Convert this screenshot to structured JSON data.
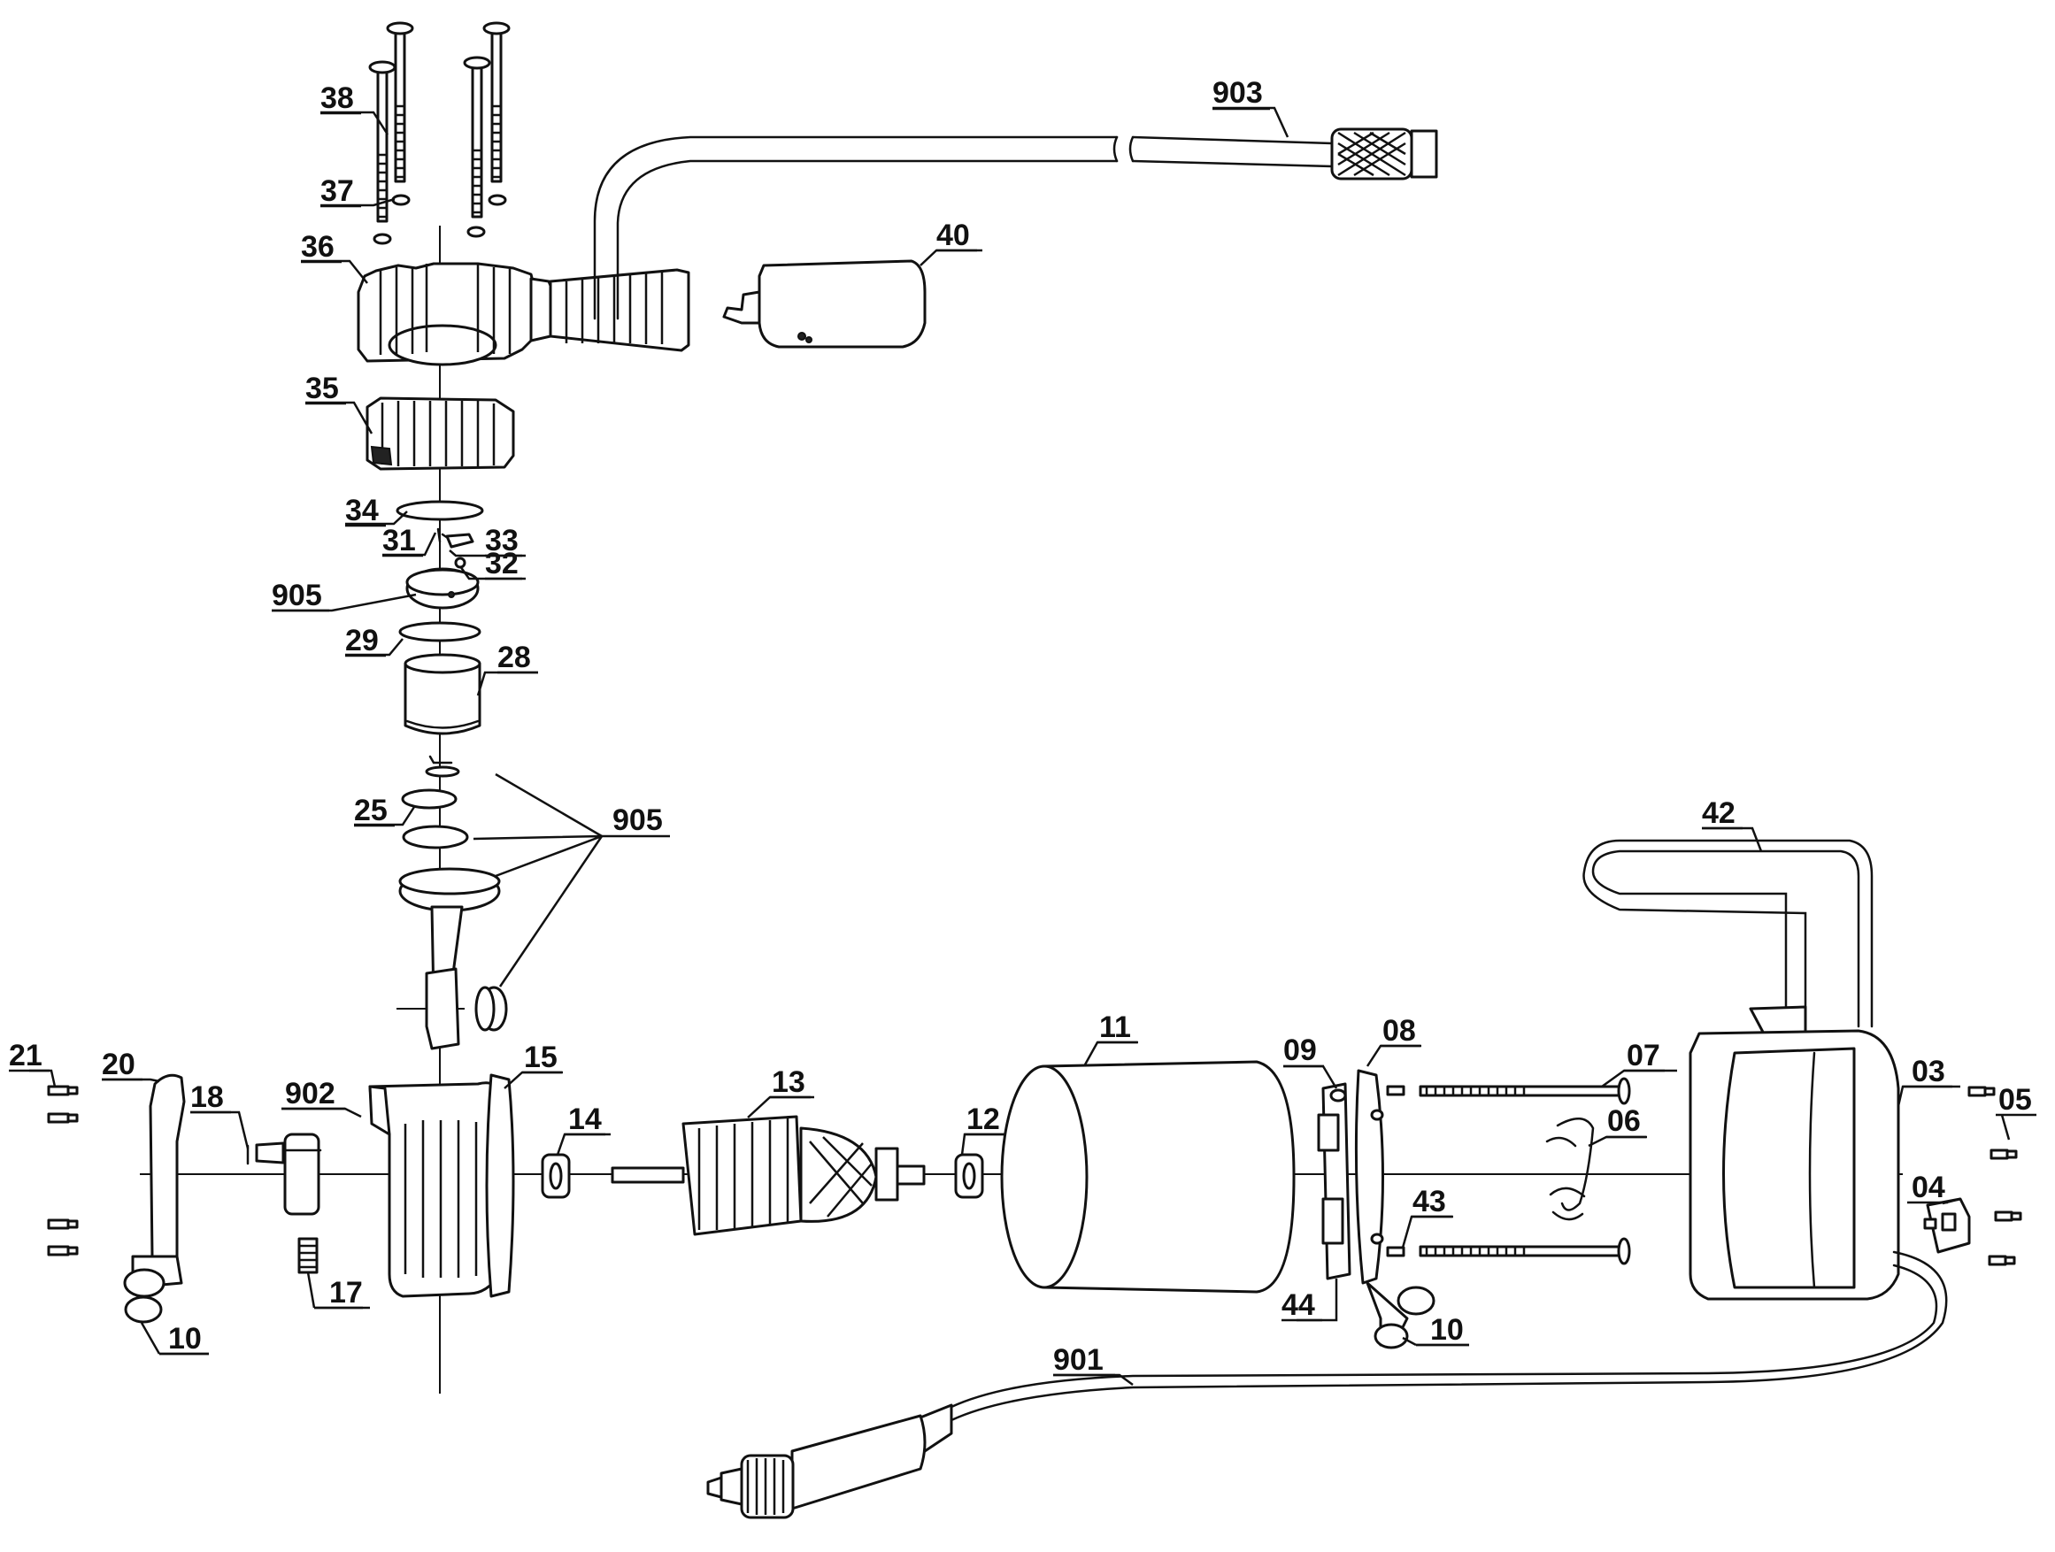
{
  "labels": [
    {
      "id": "38",
      "text": "38"
    },
    {
      "id": "37",
      "text": "37"
    },
    {
      "id": "36",
      "text": "36"
    },
    {
      "id": "35",
      "text": "35"
    },
    {
      "id": "34",
      "text": "34"
    },
    {
      "id": "31",
      "text": "31"
    },
    {
      "id": "33",
      "text": "33"
    },
    {
      "id": "32",
      "text": "32"
    },
    {
      "id": "905a",
      "text": "905"
    },
    {
      "id": "29",
      "text": "29"
    },
    {
      "id": "28",
      "text": "28"
    },
    {
      "id": "25",
      "text": "25"
    },
    {
      "id": "905b",
      "text": "905"
    },
    {
      "id": "903",
      "text": "903"
    },
    {
      "id": "40",
      "text": "40"
    },
    {
      "id": "42",
      "text": "42"
    },
    {
      "id": "21",
      "text": "21"
    },
    {
      "id": "20",
      "text": "20"
    },
    {
      "id": "18",
      "text": "18"
    },
    {
      "id": "902",
      "text": "902"
    },
    {
      "id": "15",
      "text": "15"
    },
    {
      "id": "14",
      "text": "14"
    },
    {
      "id": "13",
      "text": "13"
    },
    {
      "id": "12",
      "text": "12"
    },
    {
      "id": "11",
      "text": "11"
    },
    {
      "id": "09",
      "text": "09"
    },
    {
      "id": "08",
      "text": "08"
    },
    {
      "id": "07",
      "text": "07"
    },
    {
      "id": "03",
      "text": "03"
    },
    {
      "id": "05",
      "text": "05"
    },
    {
      "id": "06",
      "text": "06"
    },
    {
      "id": "04",
      "text": "04"
    },
    {
      "id": "43",
      "text": "43"
    },
    {
      "id": "44",
      "text": "44"
    },
    {
      "id": "10a",
      "text": "10"
    },
    {
      "id": "10b",
      "text": "10"
    },
    {
      "id": "17",
      "text": "17"
    },
    {
      "id": "901",
      "text": "901"
    }
  ]
}
